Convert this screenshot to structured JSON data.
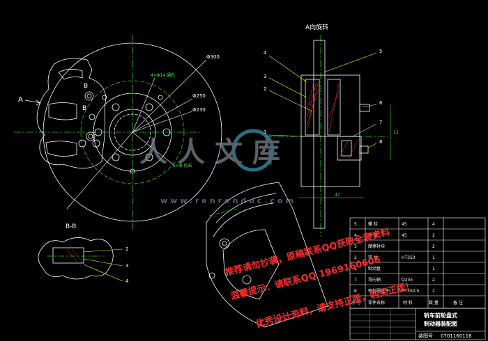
{
  "colors": {
    "background": "#000000",
    "outline": "#ffffff",
    "centerline": "#22cc22",
    "dimension": "#33ff33",
    "leader": "#ffff00",
    "hatch": "#ff3333",
    "watermark_red": "#ff2a2a",
    "watermark_gray": "#7f8a96",
    "watermark_teal": "#3aa0b8"
  },
  "views": {
    "main_arrow_label": "A",
    "section_label_b1": "B",
    "section_label_b2": "B",
    "side_view_title": "A向旋转",
    "section_view_title": "B-B"
  },
  "dimensions": {
    "dia_outer": "Φ300",
    "dia_mid": "Φ250",
    "dia_inner": "Φ230",
    "bolt_note_1": "4×Φ14 通孔",
    "bolt_note_2": "6×Φ 均布",
    "width_label": "47",
    "height_label": "12"
  },
  "side_view_parts": [
    "1",
    "2",
    "3",
    "4",
    "5",
    "6",
    "7",
    "8"
  ],
  "section_parts": [
    "2",
    "3",
    "4"
  ],
  "bom": {
    "rows": [
      {
        "no": "5",
        "name": "螺 栓",
        "material": "45",
        "qty": "4"
      },
      {
        "no": "4",
        "name": "活 塞",
        "material": "45",
        "qty": "2"
      },
      {
        "no": "3",
        "name": "摩擦衬块",
        "material": "",
        "qty": "2"
      },
      {
        "no": "2",
        "name": "钳 体",
        "material": "HT350",
        "qty": "1"
      },
      {
        "no": "1",
        "name": "制动盘",
        "material": "",
        "qty": "1"
      },
      {
        "no": "7",
        "name": "导向销",
        "material": "Q235",
        "qty": "2"
      },
      {
        "no": "6",
        "name": "密封圈组件",
        "material": "HT350-5",
        "qty": "2"
      }
    ],
    "header": {
      "no": "序 号",
      "name": "零件名称",
      "material": "材 料",
      "qty": "数 量",
      "note": "备 注"
    }
  },
  "title_block": {
    "title_line1": "轿车前轮盘式",
    "title_line2": "制动器装配图",
    "drawing_no_label": "装图号",
    "drawing_no": "0701160116"
  },
  "watermark": {
    "brand": "人人文库",
    "url": "www.renrendoc.com",
    "line1": "推荐请勿抄袭，原稿联系QQ获取全套资料",
    "line2": "温馨提示：请联系QQ 1969160606",
    "line3": "优秀设计资料，请支持正版，购买正版！"
  }
}
